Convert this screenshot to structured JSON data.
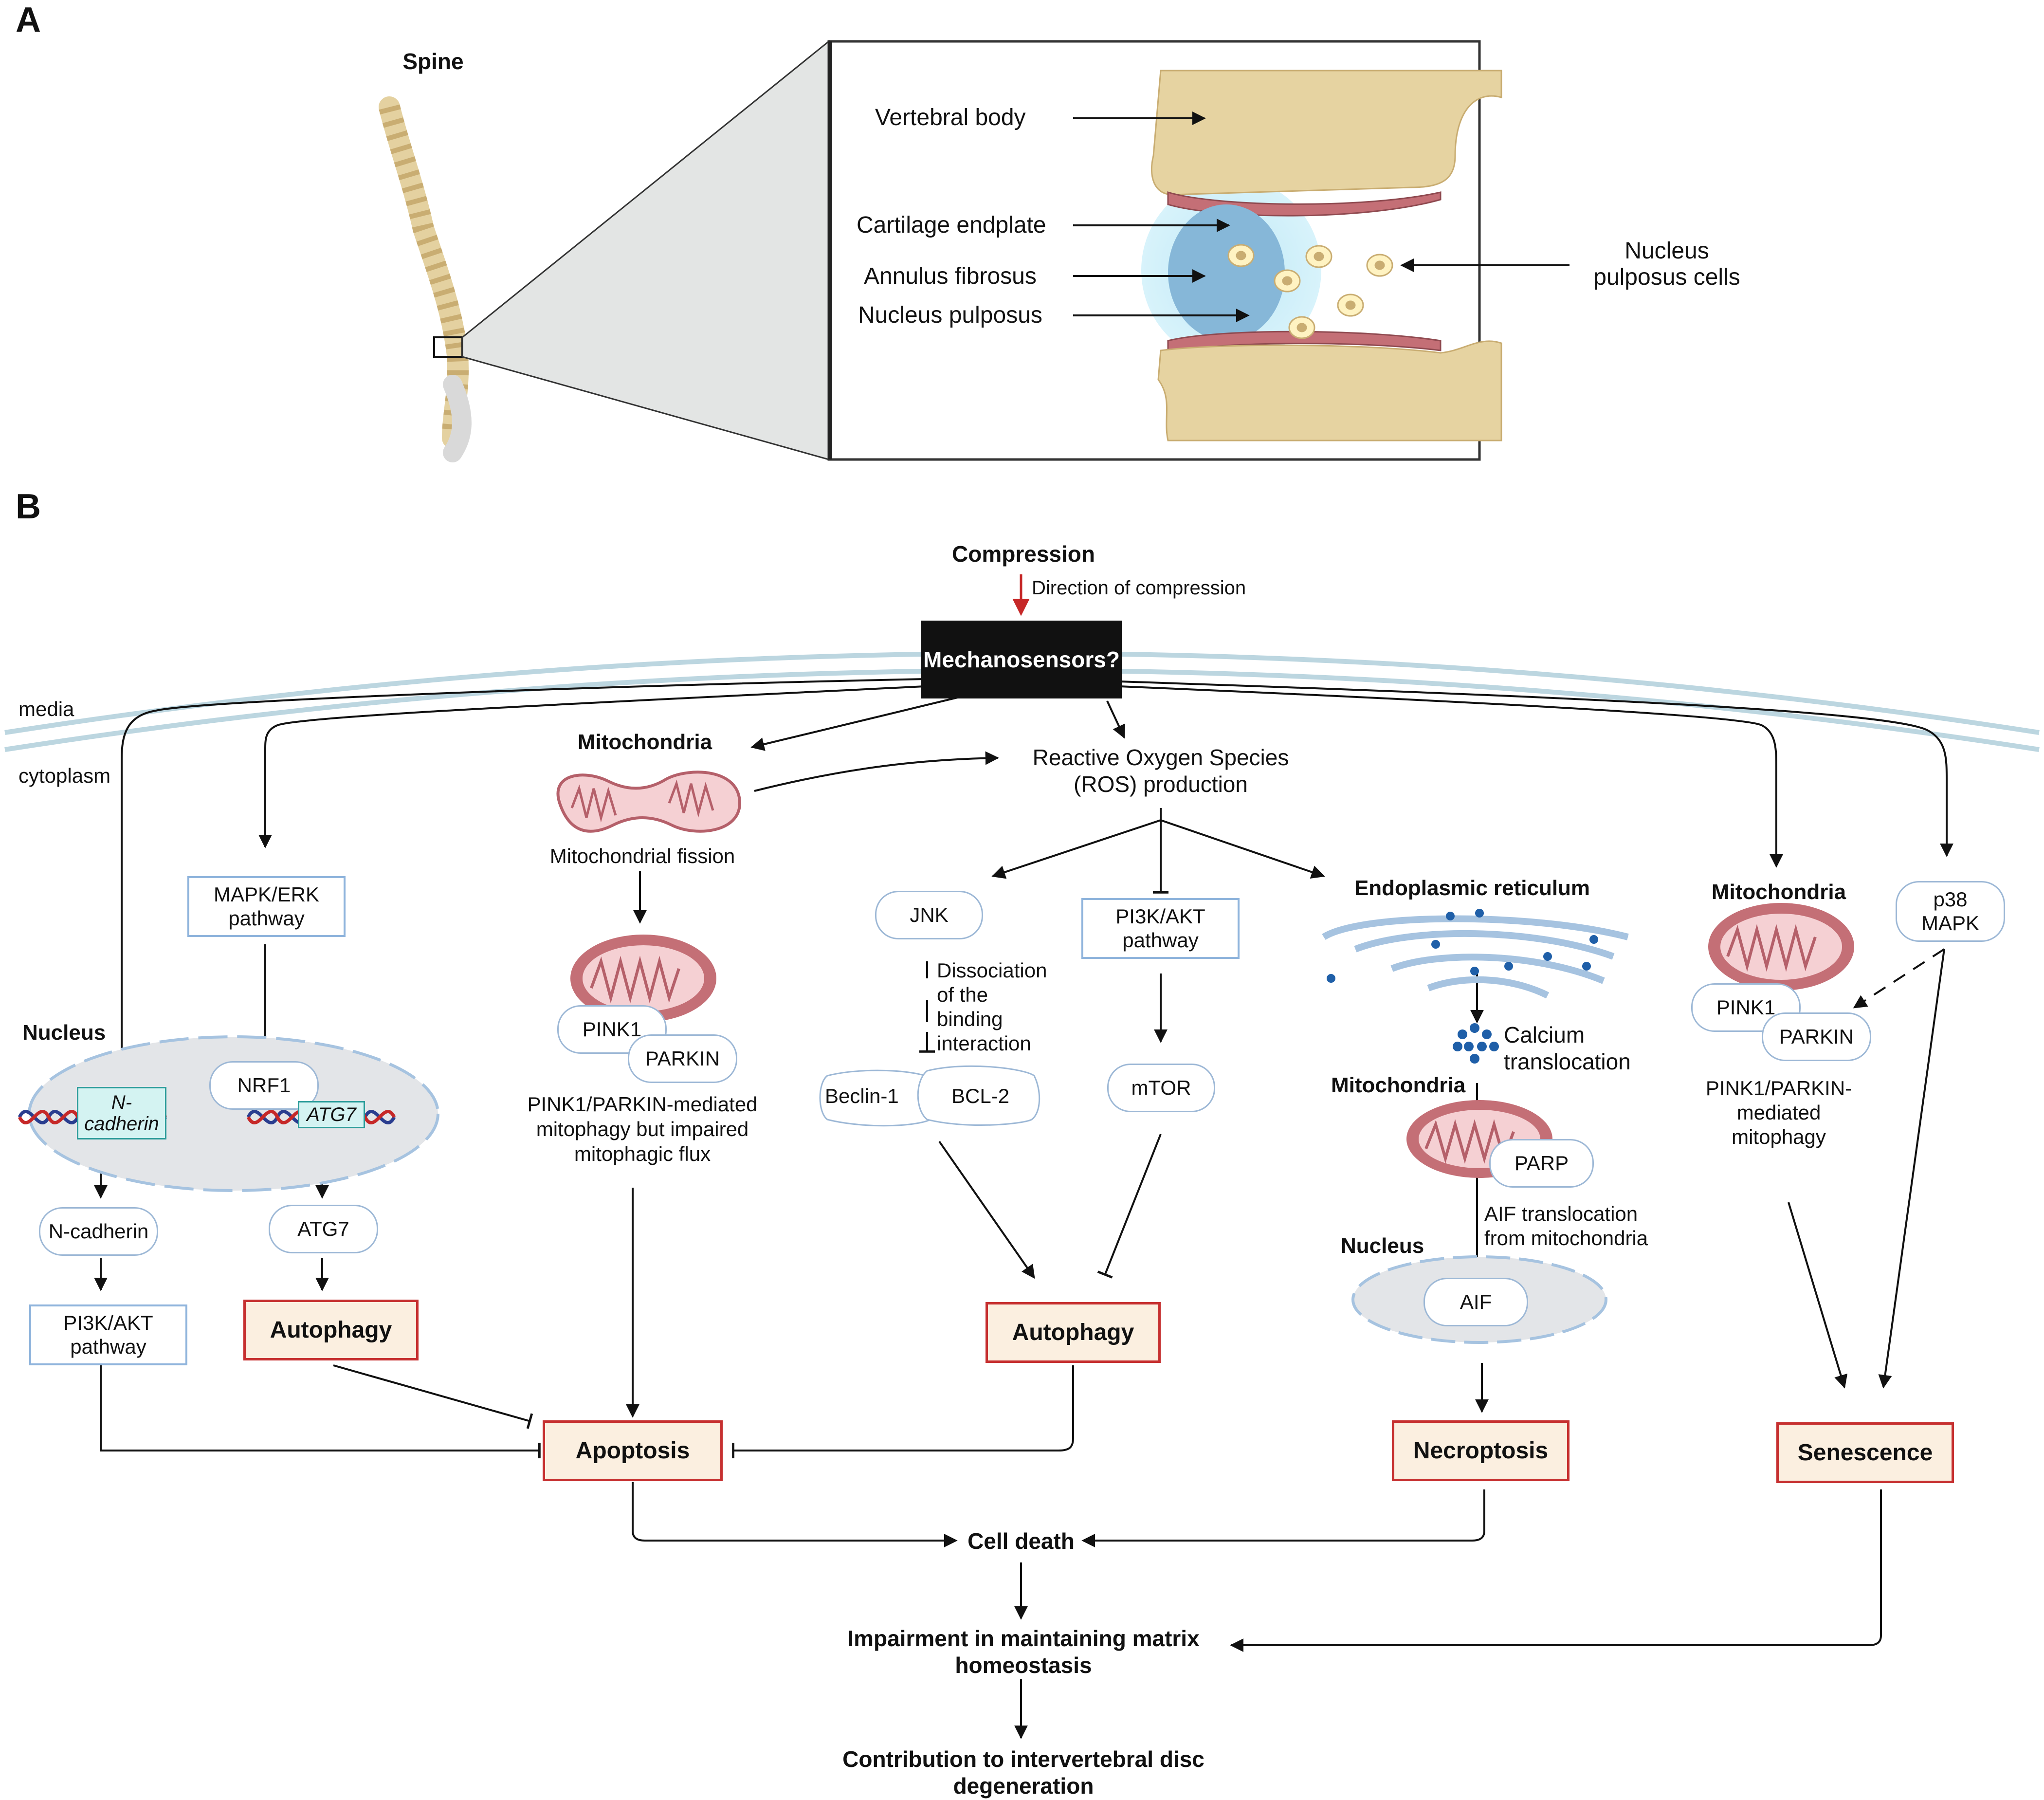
{
  "panel_a": {
    "label": "A",
    "spine_title": "Spine",
    "labels": {
      "vertebral_body": "Vertebral body",
      "cartilage_endplate": "Cartilage endplate",
      "annulus_fibrosus": "Annulus fibrosus",
      "nucleus_pulposus": "Nucleus pulposus",
      "np_cells_line1": "Nucleus",
      "np_cells_line2": "pulposus cells"
    }
  },
  "panel_b": {
    "label": "B",
    "compression": "Compression",
    "direction": "Direction of compression",
    "mechanosensors": "Mechanosensors?",
    "media": "media",
    "cytoplasm": "cytoplasm",
    "col1": {
      "nucleus": "Nucleus",
      "n_cadherin_gene_l1": "N-",
      "n_cadherin_gene_l2": "cadherin",
      "n_cadherin": "N-cadherin",
      "pi3k_l1": "PI3K/AKT",
      "pi3k_l2": "pathway"
    },
    "col2": {
      "mapk_l1": "MAPK/ERK",
      "mapk_l2": "pathway",
      "nrf1": "NRF1",
      "atg7_gene": "ATG7",
      "atg7": "ATG7",
      "autophagy": "Autophagy"
    },
    "col3": {
      "mitochondria": "Mitochondria",
      "fission": "Mitochondrial fission",
      "pink1": "PINK1",
      "parkin": "PARKIN",
      "desc_l1": "PINK1/PARKIN-mediated",
      "desc_l2": "mitophagy but impaired",
      "desc_l3": "mitophagic flux",
      "apoptosis": "Apoptosis"
    },
    "ros": {
      "l1": "Reactive Oxygen Species",
      "l2": "(ROS) production"
    },
    "col4": {
      "jnk": "JNK",
      "diss_l1": "Dissociation",
      "diss_l2": "of the",
      "diss_l3": "binding",
      "diss_l4": "interaction",
      "beclin": "Beclin-1",
      "bcl2": "BCL-2",
      "pi3k_l1": "PI3K/AKT",
      "pi3k_l2": "pathway",
      "mtor": "mTOR",
      "autophagy": "Autophagy"
    },
    "col5": {
      "er": "Endoplasmic reticulum",
      "calcium_l1": "Calcium",
      "calcium_l2": "translocation",
      "mitochondria": "Mitochondria",
      "parp": "PARP",
      "aif_l1": "AIF translocation",
      "aif_l2": "from mitochondria",
      "nucleus": "Nucleus",
      "aif": "AIF",
      "necroptosis": "Necroptosis"
    },
    "col6": {
      "mitochondria": "Mitochondria",
      "pink1": "PINK1",
      "parkin": "PARKIN",
      "desc_l1": "PINK1/PARKIN-",
      "desc_l2": "mediated",
      "desc_l3": "mitophagy",
      "p38_l1": "p38",
      "p38_l2": "MAPK",
      "senescence": "Senescence"
    },
    "bottom": {
      "cell_death": "Cell death",
      "impair_l1": "Impairment in maintaining matrix",
      "impair_l2": "homeostasis",
      "contrib_l1": "Contribution to intervertebral disc",
      "contrib_l2": "degeneration"
    }
  },
  "colors": {
    "membrane": "#c7dde6",
    "orange_box": "#fbefe0",
    "red_border": "#c63030",
    "blue_border": "#8fb4dc",
    "mito": "#c46f76",
    "bone": "#e6d3a1",
    "disc": "#86b7d8"
  }
}
